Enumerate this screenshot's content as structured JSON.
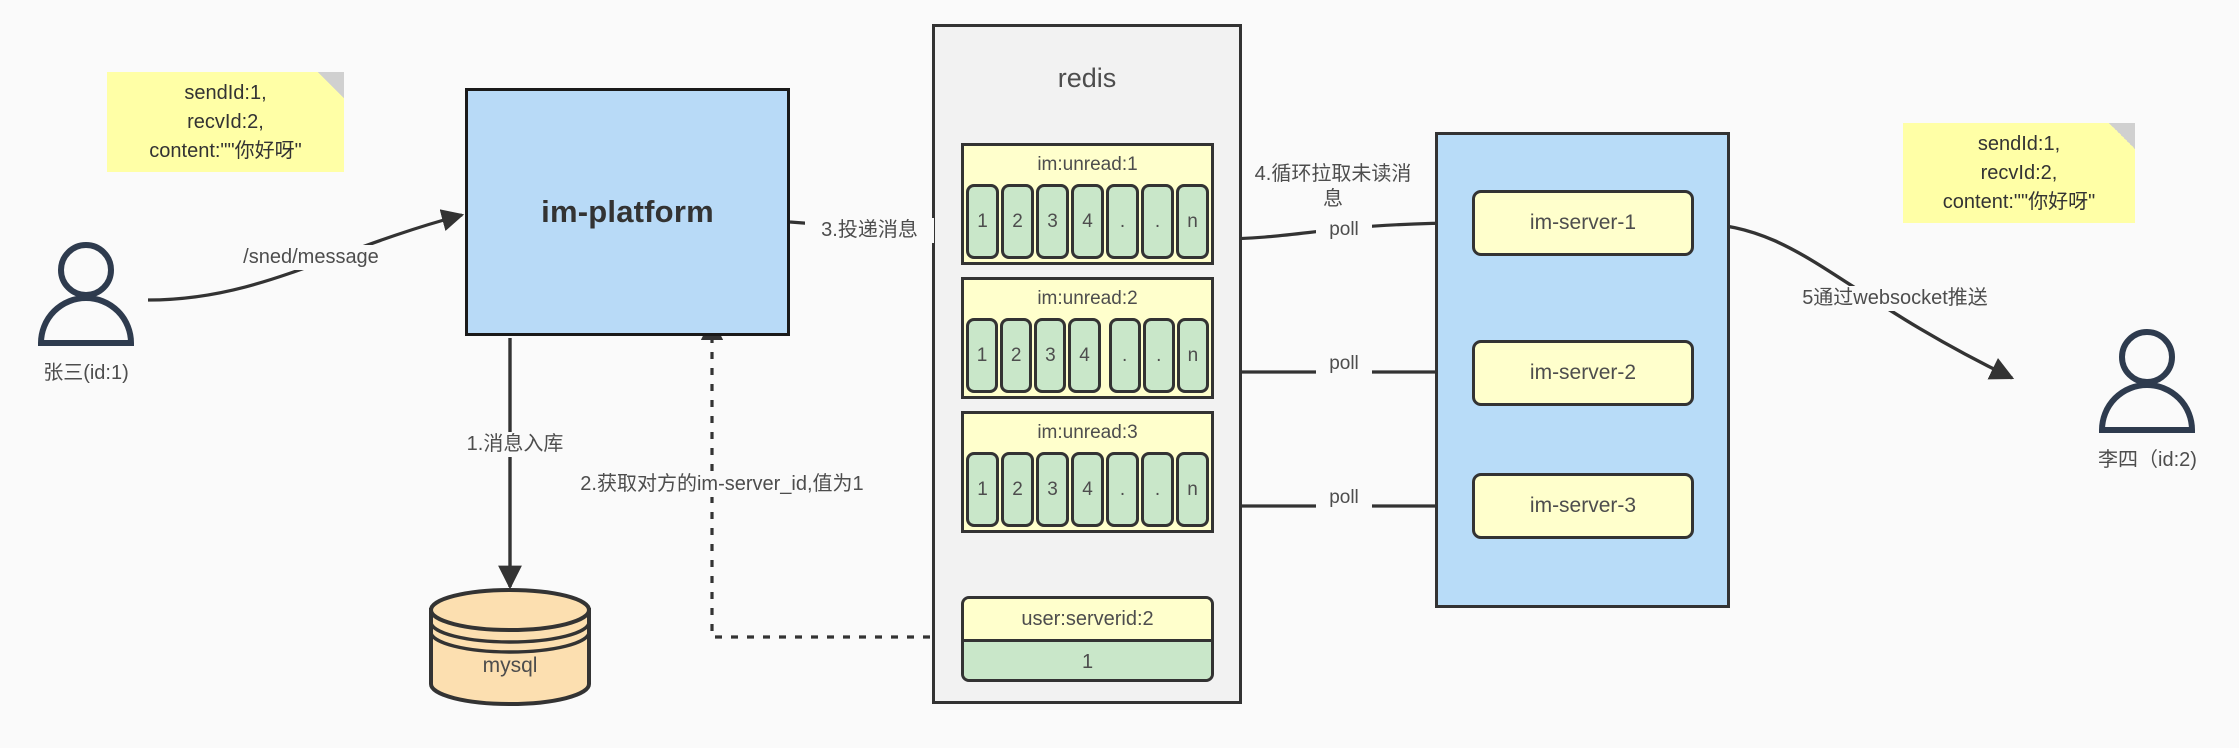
{
  "diagram": {
    "title": "IM message delivery architecture",
    "colors": {
      "background": "#fafafa",
      "note_yellow": "#ffffa6",
      "box_blue": "#b8daf7",
      "redis_panel_grey": "#f2f2f2",
      "list_header_yellow": "#ffffcc",
      "cell_green": "#c9e7c9",
      "db_orange": "#fcdfb0",
      "stroke_dark": "#333333",
      "actor_navy": "#2e3b4e"
    }
  },
  "actors": {
    "left": {
      "caption": "张三(id:1)"
    },
    "right": {
      "caption": "李四（id:2)"
    }
  },
  "notes": {
    "left": {
      "text": "sendId:1,\nrecvId:2,\ncontent:\"\"你好呀\""
    },
    "right": {
      "text": "sendId:1,\nrecvId:2,\ncontent:\"\"你好呀\""
    }
  },
  "platform": {
    "label": "im-platform"
  },
  "database": {
    "label": "mysql"
  },
  "redis": {
    "title": "redis",
    "lists": [
      {
        "key": "im:unread:1",
        "cells": [
          "1",
          "2",
          "3",
          "4",
          ".",
          ".",
          "n"
        ],
        "gap_after_index": -1
      },
      {
        "key": "im:unread:2",
        "cells": [
          "1",
          "2",
          "3",
          "4",
          ".",
          ".",
          "n"
        ],
        "gap_after_index": 3
      },
      {
        "key": "im:unread:3",
        "cells": [
          "1",
          "2",
          "3",
          "4",
          ".",
          ".",
          "n"
        ],
        "gap_after_index": -1
      }
    ],
    "kv": {
      "key": "user:serverid:2",
      "value": "1"
    }
  },
  "server_cluster": {
    "servers": [
      {
        "label": "im-server-1"
      },
      {
        "label": "im-server-2"
      },
      {
        "label": "im-server-3"
      }
    ]
  },
  "edges": {
    "send_message": "/sned/message",
    "step1": "1.消息入库",
    "step2": "2.获取对方的im-server_id,值为1",
    "step3": "3.投递消息",
    "step4": "4.循环拉取未读消\n息",
    "poll1": "poll",
    "poll2": "poll",
    "poll3": "poll",
    "step5": "5通过websocket推送"
  }
}
